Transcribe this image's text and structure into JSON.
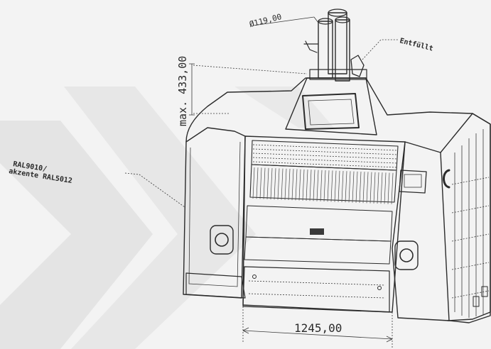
{
  "dimensions": {
    "pipe_diameter": "Ø119,00",
    "max_height": "max. 433,00",
    "width": "1245,00"
  },
  "labels": {
    "outlet": "Entfüllt",
    "color_line1": "RAL9010/",
    "color_line2": "akzente RAL5012"
  },
  "colors": {
    "background": "#f3f3f3",
    "chevron": "#e2e2e2",
    "linework": "#2b2b2b"
  }
}
